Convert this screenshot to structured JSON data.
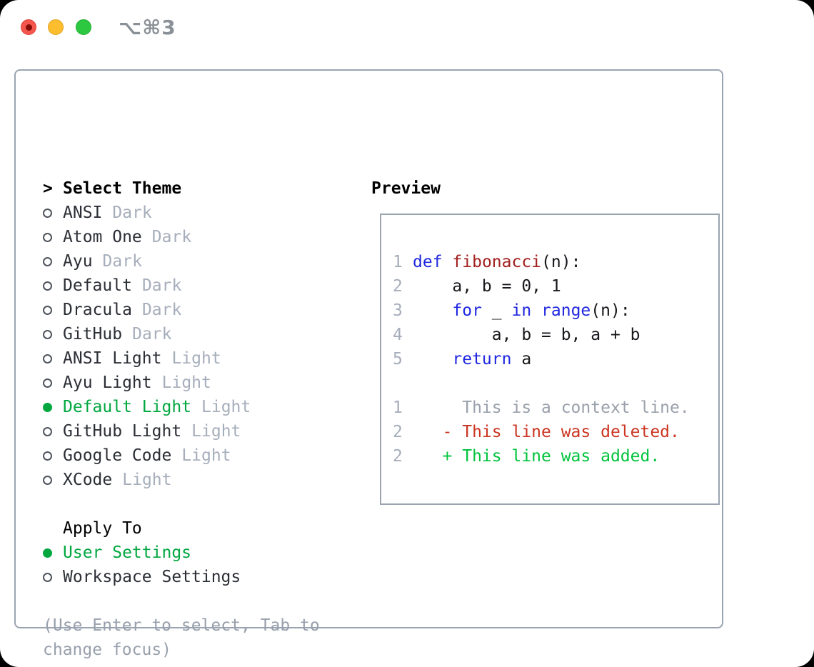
{
  "window": {
    "shortcut": "⌥⌘3"
  },
  "colors": {
    "panel_border": "#9aa4b1",
    "text_dark": "#2b2e35",
    "text_muted": "#a6aebb",
    "help_text": "#98a0ac",
    "selection_green": "#00a73f",
    "diff_added_green": "#00c33c",
    "diff_deleted_red": "#cb3420",
    "code_keyword_blue": "#1f27df",
    "code_function_red": "#a32020",
    "traffic_red": "#f4564e",
    "traffic_yellow": "#fcbd2f",
    "traffic_green": "#2cc840"
  },
  "theme_panel": {
    "header_marker": ">",
    "header": "Select Theme",
    "items": [
      {
        "name": "ANSI",
        "tag": "Dark",
        "selected": false
      },
      {
        "name": "Atom One",
        "tag": "Dark",
        "selected": false
      },
      {
        "name": "Ayu",
        "tag": "Dark",
        "selected": false
      },
      {
        "name": "Default",
        "tag": "Dark",
        "selected": false
      },
      {
        "name": "Dracula",
        "tag": "Dark",
        "selected": false
      },
      {
        "name": "GitHub",
        "tag": "Dark",
        "selected": false
      },
      {
        "name": "ANSI Light",
        "tag": "Light",
        "selected": false
      },
      {
        "name": "Ayu Light",
        "tag": "Light",
        "selected": false
      },
      {
        "name": "Default Light",
        "tag": "Light",
        "selected": true
      },
      {
        "name": "GitHub Light",
        "tag": "Light",
        "selected": false
      },
      {
        "name": "Google Code",
        "tag": "Light",
        "selected": false
      },
      {
        "name": "XCode",
        "tag": "Light",
        "selected": false
      }
    ]
  },
  "preview": {
    "label": "Preview",
    "code_lines": [
      {
        "num": "1",
        "segments": [
          {
            "t": "def",
            "c": "kw"
          },
          {
            "t": " ",
            "c": "pl"
          },
          {
            "t": "fibonacci",
            "c": "fn"
          },
          {
            "t": "(n):",
            "c": "pl"
          }
        ]
      },
      {
        "num": "2",
        "segments": [
          {
            "t": "    a, b = 0, 1",
            "c": "pl"
          }
        ]
      },
      {
        "num": "3",
        "segments": [
          {
            "t": "    ",
            "c": "pl"
          },
          {
            "t": "for",
            "c": "kw"
          },
          {
            "t": " _ ",
            "c": "pl"
          },
          {
            "t": "in",
            "c": "kw"
          },
          {
            "t": " ",
            "c": "pl"
          },
          {
            "t": "range",
            "c": "kw"
          },
          {
            "t": "(n):",
            "c": "pl"
          }
        ]
      },
      {
        "num": "4",
        "segments": [
          {
            "t": "        a, b = b, a + b",
            "c": "pl"
          }
        ]
      },
      {
        "num": "5",
        "segments": [
          {
            "t": "    ",
            "c": "pl"
          },
          {
            "t": "return",
            "c": "kw"
          },
          {
            "t": " a",
            "c": "pl"
          }
        ]
      },
      {
        "num": "",
        "segments": []
      },
      {
        "num": "1",
        "segments": [
          {
            "t": "     This is a context line.",
            "c": "ctx"
          }
        ]
      },
      {
        "num": "2",
        "segments": [
          {
            "t": "   - This line was deleted.",
            "c": "del"
          }
        ]
      },
      {
        "num": "2",
        "segments": [
          {
            "t": "   + This line was added.",
            "c": "add"
          }
        ]
      }
    ]
  },
  "apply_panel": {
    "header": "Apply To",
    "items": [
      {
        "name": "User Settings",
        "selected": true
      },
      {
        "name": "Workspace Settings",
        "selected": false
      }
    ]
  },
  "help_text": "(Use Enter to select, Tab to change focus)"
}
